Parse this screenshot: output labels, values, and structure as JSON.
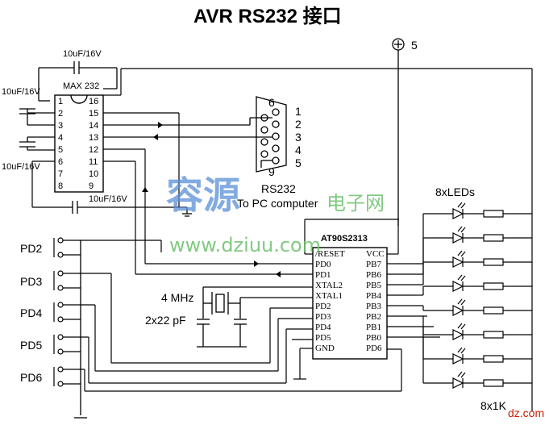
{
  "title": "AVR RS232 接口",
  "supply_label": "5",
  "max232": {
    "name": "MAX 232",
    "left_pins": [
      "1",
      "2",
      "3",
      "4",
      "5",
      "6",
      "7",
      "8"
    ],
    "right_pins": [
      "16",
      "15",
      "14",
      "13",
      "12",
      "11",
      "10",
      "9"
    ]
  },
  "capacitors": {
    "c_top": "10uF/16V",
    "c_left_top": "10uF/16V",
    "c_left_bottom": "10uF/16V",
    "c_bottom": "10uF/16V"
  },
  "db9": {
    "title": "RS232",
    "subtitle": "To PC computer",
    "pin6": "6",
    "pin9": "9",
    "right_pins": [
      "1",
      "2",
      "3",
      "4",
      "5"
    ]
  },
  "mcu": {
    "name": "AT90S2313",
    "left_pins": [
      "/RESET",
      "PD0",
      "PD1",
      "XTAL2",
      "XTAL1",
      "PD2",
      "PD3",
      "PD4",
      "PD5",
      "GND"
    ],
    "right_pins": [
      "VCC",
      "PB7",
      "PB6",
      "PB5",
      "PB4",
      "PB3",
      "PB2",
      "PB1",
      "PB0",
      "PD6"
    ]
  },
  "crystal": {
    "freq": "4 MHz",
    "caps": "2x22 pF"
  },
  "leds_label": "8xLEDs",
  "resistors_label": "8x1K",
  "switches": [
    "PD2",
    "PD3",
    "PD4",
    "PD5",
    "PD6"
  ],
  "watermark": {
    "brand_cn": "容源",
    "brand_cn2": "电子网",
    "url": "www.dziuu.com",
    "corner": "dz.com"
  },
  "colors": {
    "ink": "#000000",
    "watermark_blue": "#5a8fd6",
    "watermark_green": "#6cc06c",
    "corner_red": "#cc2200"
  }
}
